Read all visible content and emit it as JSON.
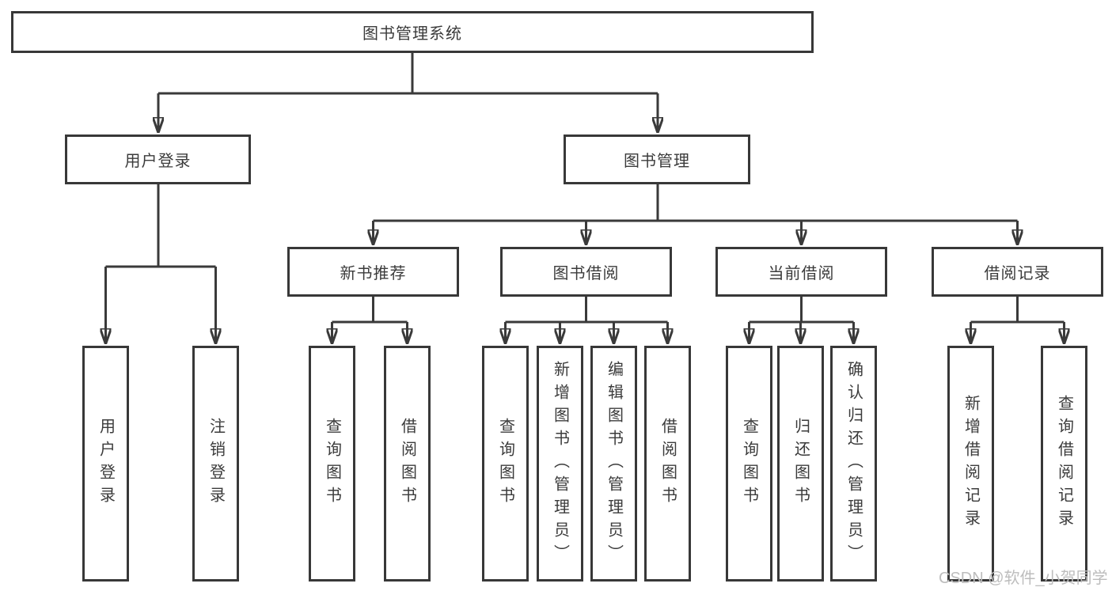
{
  "diagram": {
    "kind": "function-structure-tree",
    "levels": 4
  },
  "nodes": {
    "root": {
      "label": "图书管理系统",
      "level": 1
    },
    "user_login_group": {
      "label": "用户登录",
      "level": 2
    },
    "book_mgmt": {
      "label": "图书管理",
      "level": 2
    },
    "new_book_rec": {
      "label": "新书推荐",
      "level": 3
    },
    "book_borrow": {
      "label": "图书借阅",
      "level": 3
    },
    "current_borrow": {
      "label": "当前借阅",
      "level": 3
    },
    "borrow_records": {
      "label": "借阅记录",
      "level": 3
    },
    "user_login": {
      "label": "用户登录",
      "level": 4
    },
    "logout": {
      "label": "注销登录",
      "level": 4
    },
    "rec_query_books": {
      "label": "查询图书",
      "level": 4
    },
    "rec_borrow_books": {
      "label": "借阅图书",
      "level": 4
    },
    "bb_query_books": {
      "label": "查询图书",
      "level": 4
    },
    "bb_add_books": {
      "label": "新增图书（管理员）",
      "level": 4
    },
    "bb_edit_books": {
      "label": "编辑图书（管理员）",
      "level": 4
    },
    "bb_borrow_books": {
      "label": "借阅图书",
      "level": 4
    },
    "cb_query_books": {
      "label": "查询图书",
      "level": 4
    },
    "cb_return_books": {
      "label": "归还图书",
      "level": 4
    },
    "cb_confirm_return": {
      "label": "确认归还（管理员）",
      "level": 4
    },
    "br_add_record": {
      "label": "新增借阅记录",
      "level": 4
    },
    "br_query_record": {
      "label": "查询借阅记录",
      "level": 4
    }
  },
  "hierarchy": {
    "root": [
      "user_login_group",
      "book_mgmt"
    ],
    "user_login_group": [
      "user_login",
      "logout"
    ],
    "book_mgmt": [
      "new_book_rec",
      "book_borrow",
      "current_borrow",
      "borrow_records"
    ],
    "new_book_rec": [
      "rec_query_books",
      "rec_borrow_books"
    ],
    "book_borrow": [
      "bb_query_books",
      "bb_add_books",
      "bb_edit_books",
      "bb_borrow_books"
    ],
    "current_borrow": [
      "cb_query_books",
      "cb_return_books",
      "cb_confirm_return"
    ],
    "borrow_records": [
      "br_add_record",
      "br_query_record"
    ]
  },
  "watermark": {
    "text": "CSDN @软件_小贺同学",
    "color": "#bdbdbd"
  },
  "colors": {
    "background": "#ffffff",
    "box_border": "#383838",
    "box_fill": "#ffffff",
    "line": "#3a3a3a",
    "text": "#3b3b3b"
  }
}
